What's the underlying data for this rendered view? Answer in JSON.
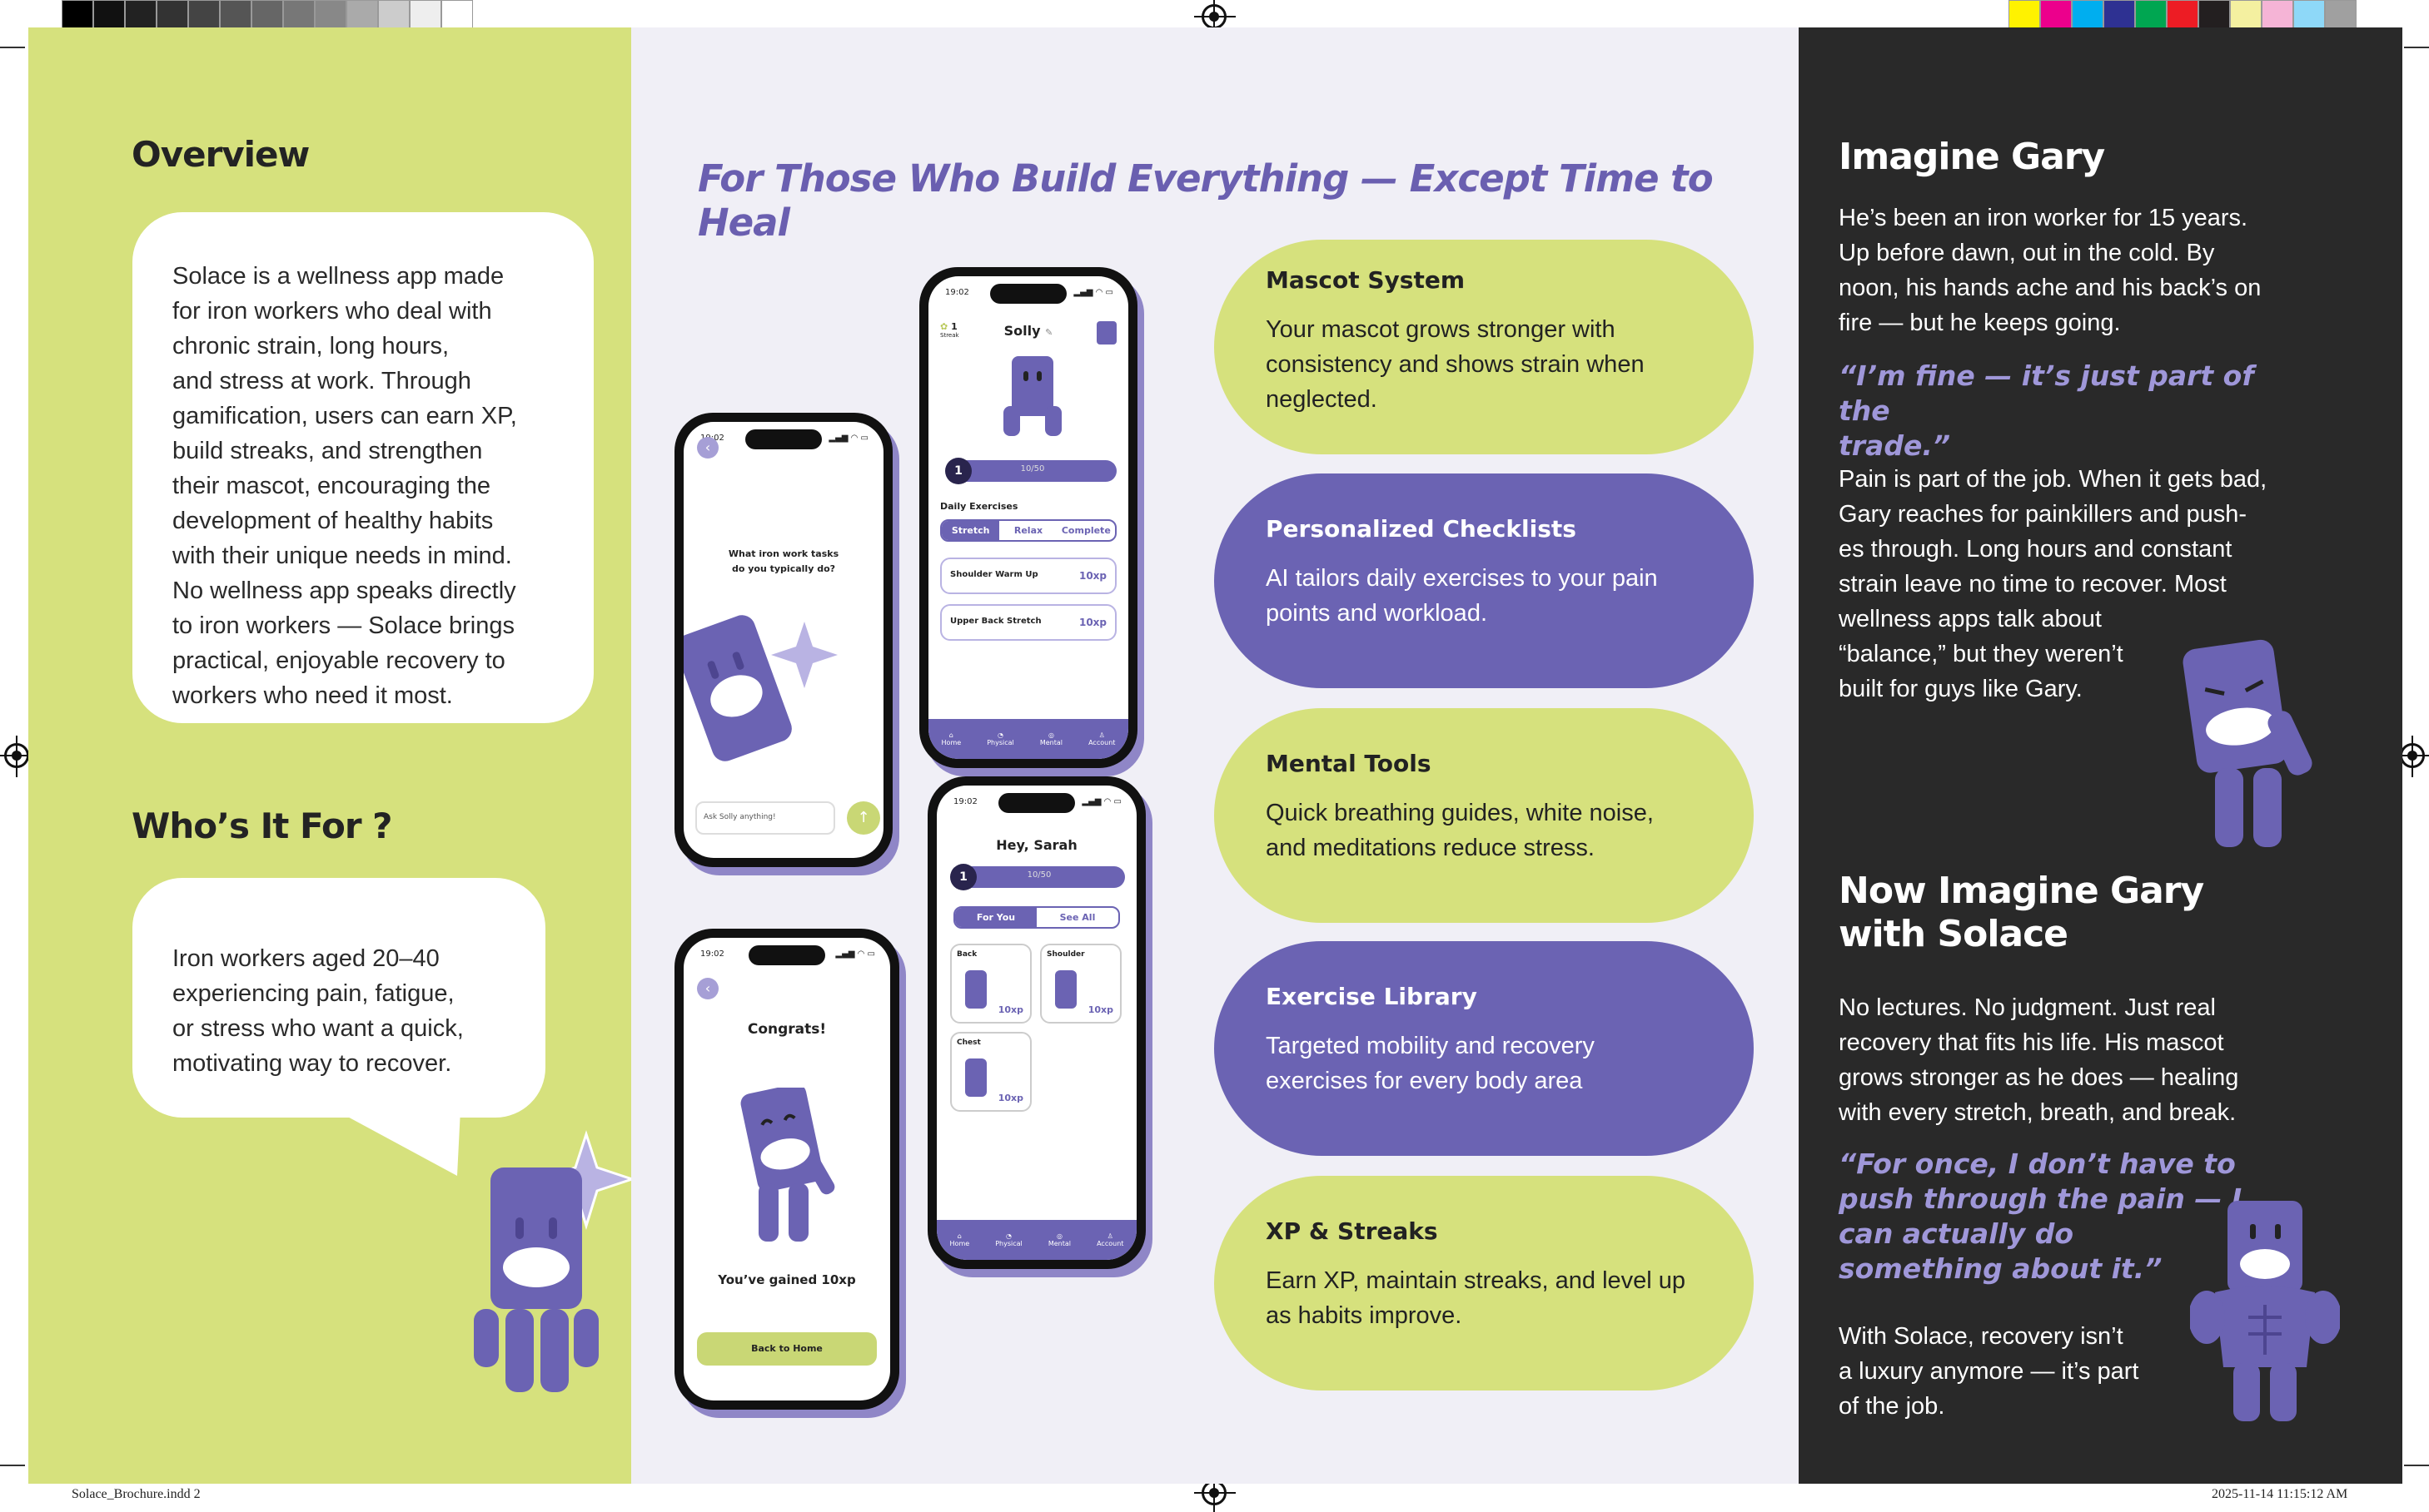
{
  "slug": {
    "file": "Solace_Brochure.indd   2",
    "timestamp": "2025-11-14   11:15:12 AM"
  },
  "colors": {
    "lime": "#d6e17d",
    "purple": "#6b63b3",
    "dark": "#292929",
    "lavender": "#f0eff6"
  },
  "left": {
    "overview_title": "Overview",
    "overview_lines": [
      "Solace is a wellness app made",
      "for iron workers who deal with",
      "chronic strain, long hours,",
      "and stress at work. Through",
      "gamification, users can earn XP,",
      "build streaks, and strengthen",
      "their mascot, encouraging the",
      "development of healthy habits",
      "with their unique needs in mind.",
      "No wellness app speaks directly",
      "to iron workers — Solace brings",
      "practical, enjoyable recovery to",
      "workers who need it most."
    ],
    "who_title": "Who’s It For ?",
    "who_lines": [
      "Iron workers aged 20–40",
      "experiencing pain, fatigue,",
      "or stress who want a quick,",
      "motivating way to recover."
    ]
  },
  "middle": {
    "headline": "For Those Who Build Everything — Except Time to Heal",
    "features": [
      {
        "title": "Mascot System",
        "desc_lines": [
          "Your mascot grows stronger with",
          "consistency and shows strain when",
          "neglected."
        ]
      },
      {
        "title": "Personalized Checklists",
        "desc_lines": [
          "AI tailors daily exercises to your pain",
          "points and workload."
        ]
      },
      {
        "title": "Mental Tools",
        "desc_lines": [
          "Quick breathing guides, white noise,",
          "and meditations reduce stress."
        ]
      },
      {
        "title": "Exercise Library",
        "desc_lines": [
          "Targeted mobility and recovery",
          "exercises for every body area"
        ]
      },
      {
        "title": "XP & Streaks",
        "desc_lines": [
          "Earn XP, maintain streaks, and level up",
          "as habits improve."
        ]
      }
    ],
    "phones": {
      "time": "19:02",
      "chat": {
        "question_lines": [
          "What iron work tasks",
          "do you typically do?"
        ],
        "input_placeholder": "Ask Solly anything!",
        "send_icon": "send-arrow-icon"
      },
      "home": {
        "streak_count": "1",
        "streak_label": "Streak",
        "mascot_name": "Solly",
        "level": "1",
        "xp": "10/50",
        "section_title": "Daily Exercises",
        "tabs": [
          "Stretch",
          "Relax",
          "Complete"
        ],
        "tasks": [
          {
            "name": "Shoulder Warm Up",
            "xp": "10xp"
          },
          {
            "name": "Upper Back Stretch",
            "xp": "10xp"
          }
        ],
        "nav": [
          "Home",
          "Physical",
          "Mental",
          "Account"
        ]
      },
      "library": {
        "greeting": "Hey, Sarah",
        "level": "1",
        "xp": "10/50",
        "tabs": [
          "For You",
          "See All"
        ],
        "cards": [
          {
            "name": "Back",
            "xp": "10xp"
          },
          {
            "name": "Shoulder",
            "xp": "10xp"
          },
          {
            "name": "Chest",
            "xp": "10xp"
          }
        ],
        "nav": [
          "Home",
          "Physical",
          "Mental",
          "Account"
        ]
      },
      "congrats": {
        "title": "Congrats!",
        "message": "You’ve gained 10xp",
        "button": "Back to Home"
      }
    }
  },
  "right": {
    "title1": "Imagine Gary",
    "story1_lines": [
      " He’s been an iron worker for 15 years.",
      "Up before dawn, out in the cold. By",
      "noon, his hands ache and his back’s on",
      "fire — but he keeps going."
    ],
    "quote1_lines": [
      "“I’m fine — it’s just part of the",
      "trade.”"
    ],
    "story2_lines": [
      "Pain is part of the job. When it gets bad,",
      "Gary reaches for painkillers and push-",
      "es through. Long hours and constant",
      "strain leave no time to recover. Most",
      "wellness apps talk about",
      "“balance,” but they weren’t",
      "built for guys like Gary."
    ],
    "title2_lines": [
      "Now Imagine Gary",
      "with Solace"
    ],
    "story3_lines": [
      " No lectures. No judgment. Just real",
      "recovery that fits his life. His mascot",
      "grows stronger as he does — healing",
      "with every stretch, breath, and break."
    ],
    "quote2_lines": [
      "“For once, I don’t have to",
      "push through the pain — I",
      "can actually do",
      "something about it.”"
    ],
    "story4_lines": [
      "With Solace, recovery isn’t",
      "a luxury anymore — it’s part",
      "of the job."
    ]
  }
}
